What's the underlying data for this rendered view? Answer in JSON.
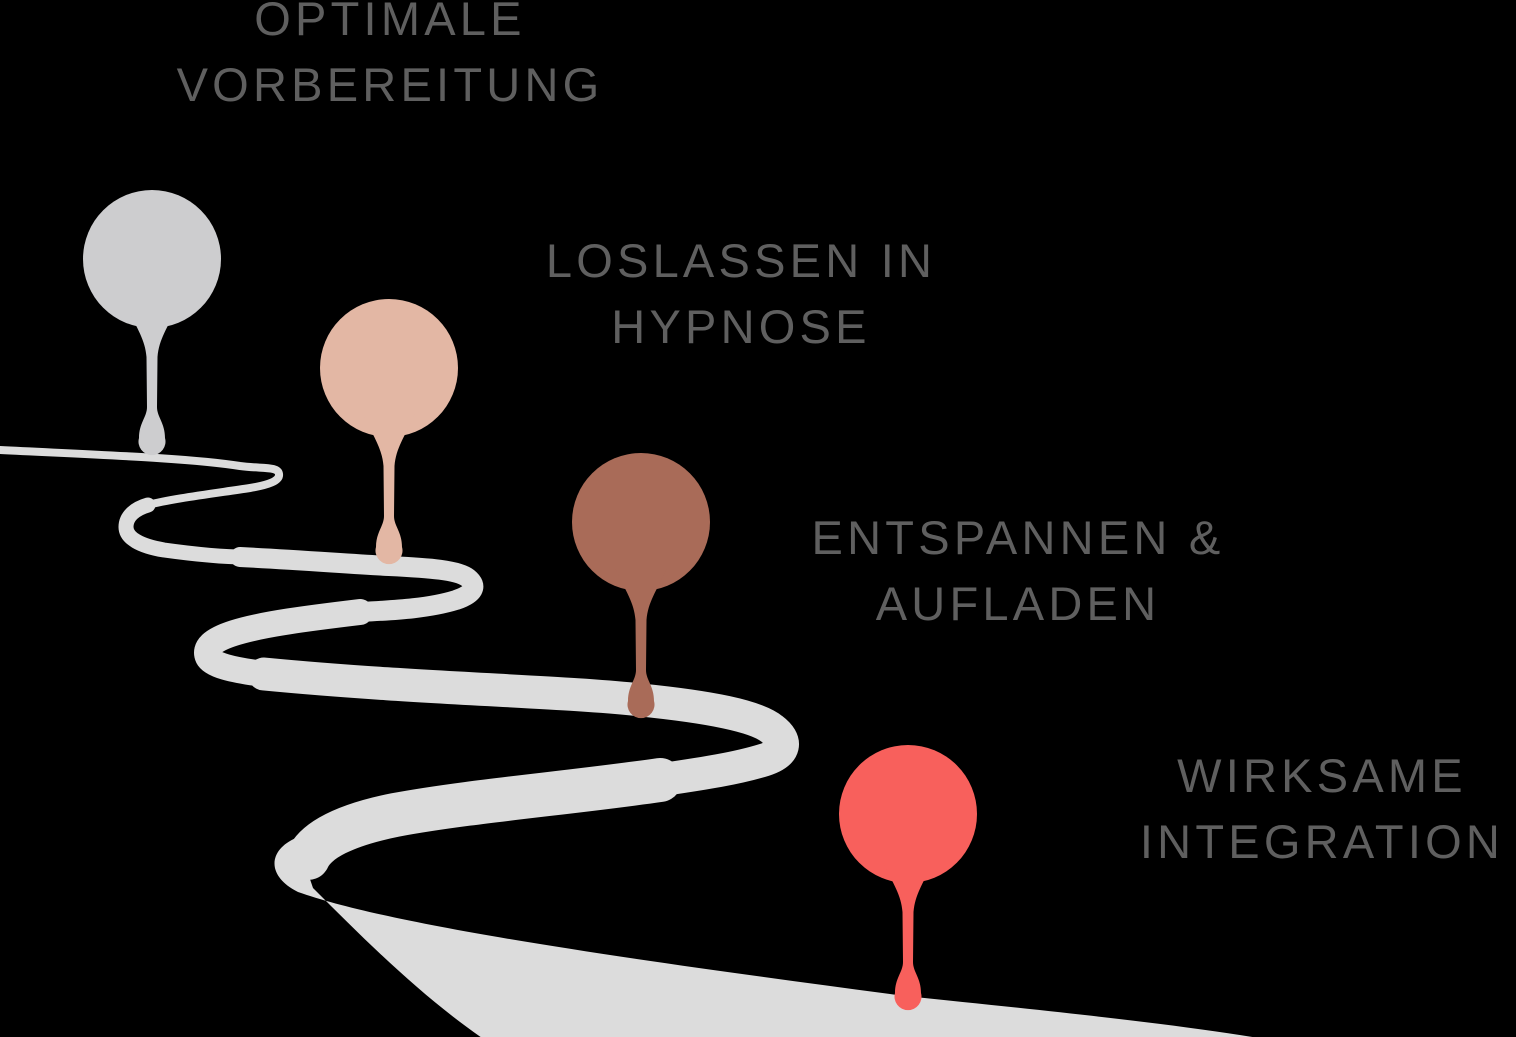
{
  "app": {
    "kind": "hypnosis-journey-infographic",
    "background_color": "#000000"
  },
  "diagram": {
    "path_color": "#dcdcdc",
    "label_color": "#5f5f5f",
    "steps": [
      {
        "order": "1",
        "title_line1": "OPTIMALE",
        "title_line2": "VORBEREITUNG",
        "marker": "balloon-pin",
        "marker_color": "#cdcdcf"
      },
      {
        "order": "2",
        "title_line1": "LOSLASSEN IN",
        "title_line2": "HYPNOSE",
        "marker": "balloon-pin",
        "marker_color": "#e3b7a4"
      },
      {
        "order": "3",
        "title_line1": "ENTSPANNEN &",
        "title_line2": "AUFLADEN",
        "marker": "balloon-pin",
        "marker_color": "#a96b58"
      },
      {
        "order": "4",
        "title_line1": "WIRKSAME",
        "title_line2": "INTEGRATION",
        "marker": "balloon-pin",
        "marker_color": "#f8605c"
      }
    ]
  }
}
